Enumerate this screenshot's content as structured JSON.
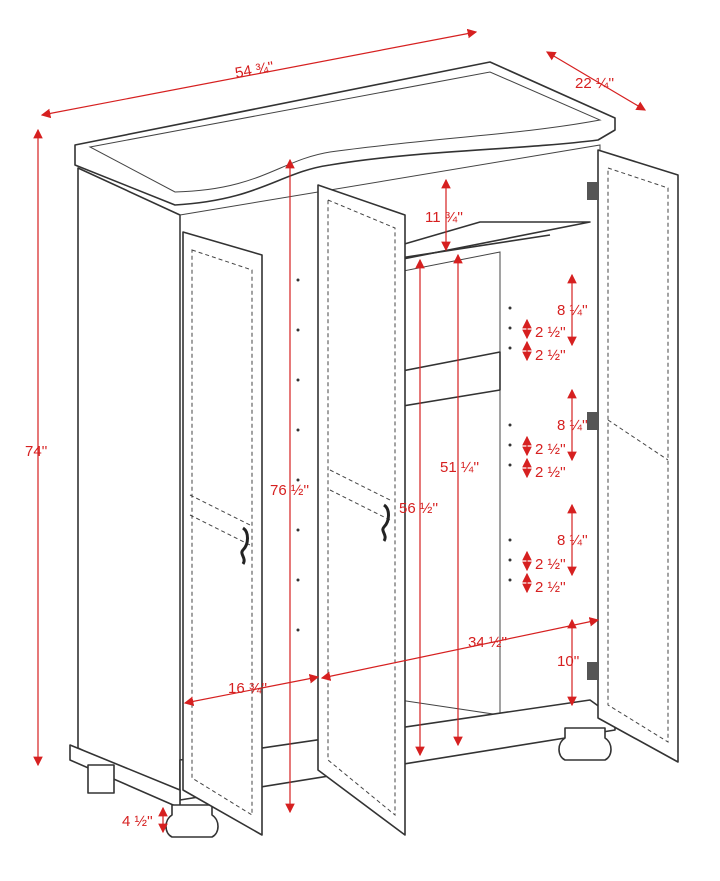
{
  "title": "Wardrobe dimensions diagram",
  "colors": {
    "dimension": "#d62020",
    "outline": "#333333"
  },
  "dimensions": {
    "width": "54 ¾''",
    "depth": "22 ¼''",
    "height": "74''",
    "top_shelf_gap": "11 ¾''",
    "interior_height_left": "76 ½''",
    "hanging_height": "51 ¼''",
    "door_opening_height": "56 ½''",
    "shelf_spacing_1": "8 ¼''",
    "shelf_spacing_2": "8 ¼''",
    "shelf_spacing_3": "8 ¼''",
    "pin_spacing_1a": "2 ½''",
    "pin_spacing_1b": "2 ½''",
    "pin_spacing_2a": "2 ½''",
    "pin_spacing_2b": "2 ½''",
    "pin_spacing_3a": "2 ½''",
    "pin_spacing_3b": "2 ½''",
    "right_interior_width": "34 ½''",
    "left_interior_width": "16 ¾''",
    "bottom_gap": "10''",
    "leg_height": "4 ½''"
  }
}
